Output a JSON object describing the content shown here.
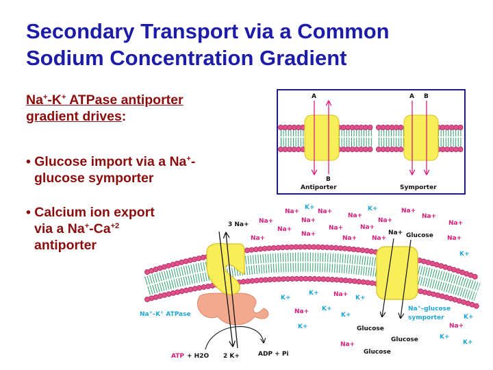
{
  "slide": {
    "title_line1": "Secondary Transport via a Common",
    "title_line2": "Sodium Concentration Gradient",
    "heading_line1": "Na+-K+ ATPase antiporter",
    "heading_line2": "gradient drives",
    "heading_colon": ":",
    "bullets": [
      {
        "line1": "• Glucose import via a Na+-",
        "line2": "glucose symporter"
      },
      {
        "line1": "• Calcium ion export",
        "line2": "via a Na+-Ca+2",
        "line3": "antiporter"
      }
    ]
  },
  "inset": {
    "antiporter_label": "Antiporter",
    "symporter_label": "Symporter",
    "a": "A",
    "b": "B"
  },
  "diagram": {
    "na": "Na+",
    "k": "K+",
    "three_na": "3 Na+",
    "two_k": "2 K+",
    "glucose": "Glucose",
    "atpase_label": "Na+–K+ ATPase",
    "symporter_label_1": "Na+–glucose",
    "symporter_label_2": "symporter",
    "atp": "ATP",
    "h2o": "+ H2O",
    "adp": "ADP + Pi"
  },
  "colors": {
    "title": "#1c1ca8",
    "body_text": "#8b0c0c",
    "sodium": "#d81b7a",
    "potassium": "#1ea6d6",
    "protein": "#f7ee5a",
    "lipid_head": "#e0508a",
    "lipid_tail": "#2e9e6a"
  }
}
